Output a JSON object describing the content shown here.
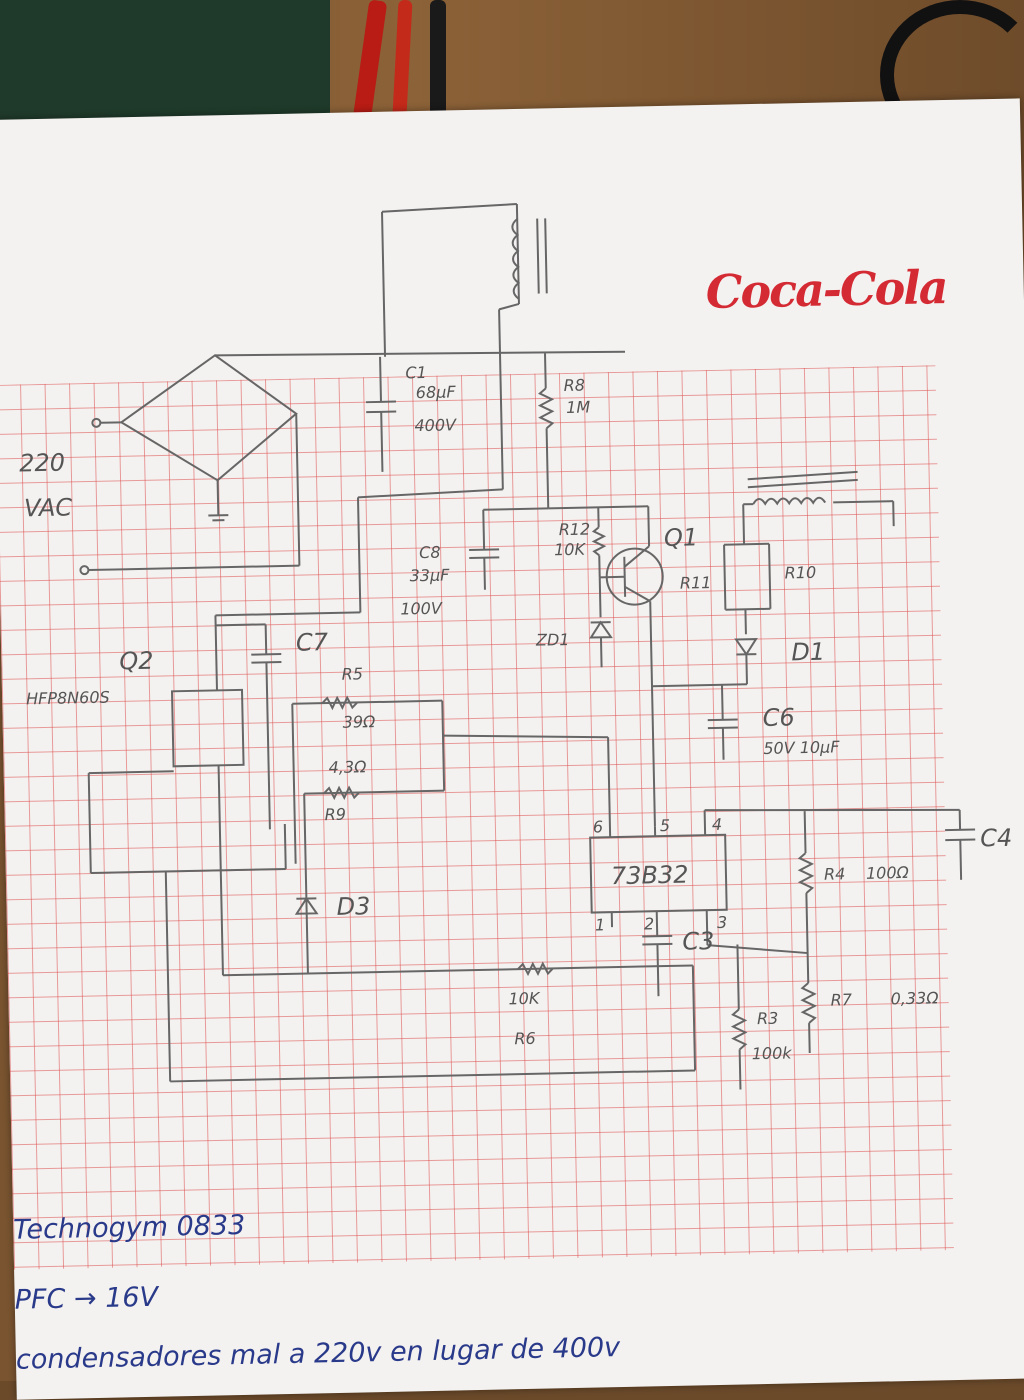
{
  "logo": "Coca-Cola",
  "input": {
    "v": "220",
    "unit": "VAC"
  },
  "components": {
    "c1": {
      "name": "C1",
      "value": "68μF",
      "rating": "400V"
    },
    "r8": {
      "name": "R8",
      "value": "1M"
    },
    "c8": {
      "name": "C8",
      "value": "33μF",
      "rating": "100V"
    },
    "r12": {
      "name": "R12",
      "value": "10K"
    },
    "q1": {
      "name": "Q1"
    },
    "zd1": {
      "name": "ZD1"
    },
    "r11": {
      "name": "R11"
    },
    "r10": {
      "name": "R10"
    },
    "d1": {
      "name": "D1"
    },
    "c6": {
      "name": "C6",
      "value": "50V 10μF"
    },
    "q2": {
      "name": "Q2",
      "part": "HFP8N60S"
    },
    "c7": {
      "name": "C7"
    },
    "r5": {
      "name": "R5",
      "value": "39Ω"
    },
    "r9": {
      "name": "R9",
      "value": "4,3Ω"
    },
    "d3": {
      "name": "D3"
    },
    "ic": {
      "name": "73B32",
      "pins": [
        "6",
        "5",
        "4",
        "1",
        "2",
        "3"
      ]
    },
    "c3": {
      "name": "C3"
    },
    "c4": {
      "name": "C4"
    },
    "r4": {
      "name": "R4",
      "value": "100Ω"
    },
    "r7": {
      "name": "R7",
      "value": "0,33Ω"
    },
    "r3": {
      "name": "R3",
      "value": "100k"
    },
    "r6": {
      "name": "R6",
      "value": "10K"
    }
  },
  "notes": [
    "Technogym 0833",
    "PFC → 16V",
    "condensadores mal a 220v en lugar de 400v"
  ]
}
